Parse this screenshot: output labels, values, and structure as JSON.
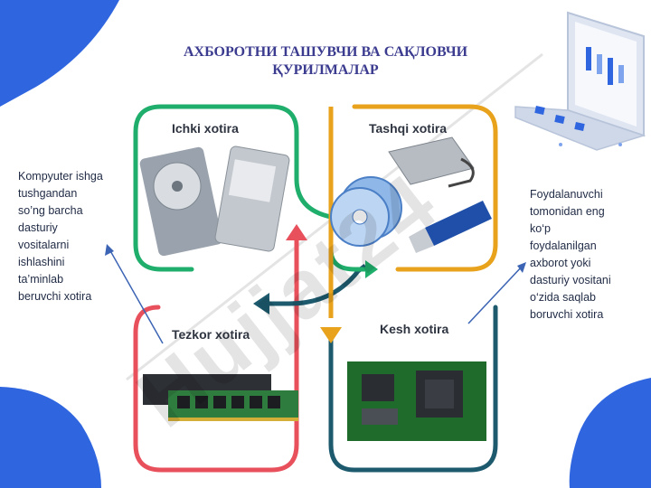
{
  "title": {
    "line1": "АХБОРОТНИ ТАШУВЧИ ВА САҚЛОВЧИ",
    "line2": "ҚУРИЛМАЛАР"
  },
  "quadrants": {
    "internal": {
      "label": "Ichki xotira",
      "color": "#1fae6b"
    },
    "external": {
      "label": "Tashqi xotira",
      "color": "#e8a21b"
    },
    "ram": {
      "label": "Tezkor xotira",
      "color": "#e8505b"
    },
    "cache": {
      "label": "Kesh xotira",
      "color": "#1d5a6e"
    }
  },
  "notes": {
    "left": [
      "Kompyuter ishga",
      "tushgandan",
      "so’ng barcha",
      "dasturiy",
      "vositalarni",
      "ishlashini",
      "ta’minlab",
      "beruvchi xotira"
    ],
    "right": [
      "Foydalanuvchi",
      "tomonidan eng",
      "ko‘p",
      "foydalanilgan",
      "axborot yoki",
      "dasturiy vositani",
      "o‘zida saqlab",
      "boruvchi xotira"
    ]
  },
  "watermark": {
    "text": "Hujjat24"
  },
  "colors": {
    "accent_blue": "#2f66e0",
    "arrow_blue": "#3c64b4",
    "title": "#3b3b8f"
  }
}
